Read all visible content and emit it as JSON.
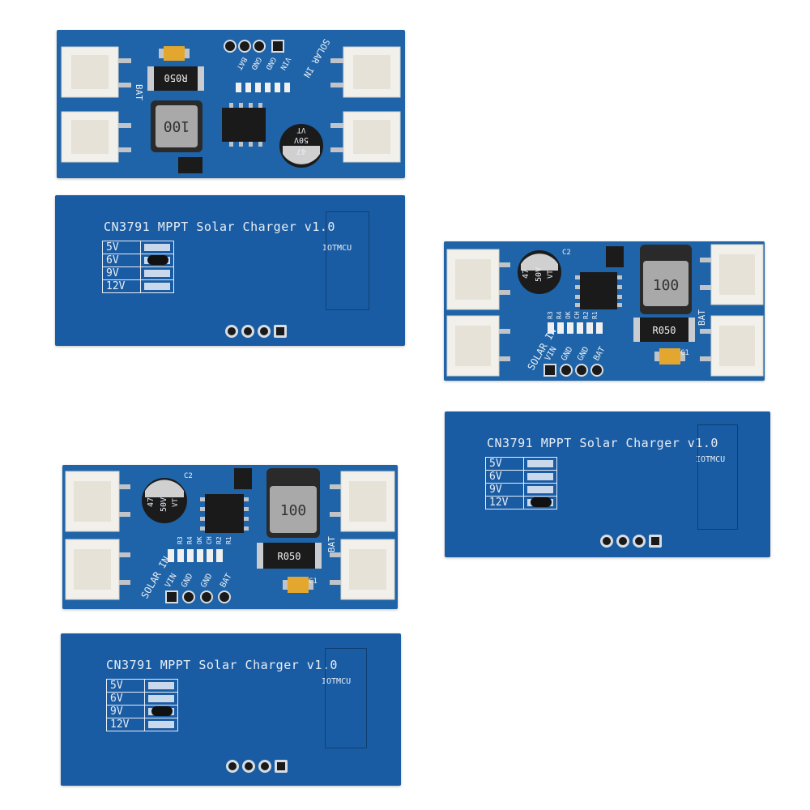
{
  "back_silkscreen": {
    "title": "CN3791 MPPT Solar Charger v1.0",
    "brand": "IOTMCU",
    "voltages": [
      "5V",
      "6V",
      "9V",
      "12V"
    ]
  },
  "boards_back": [
    {
      "id": "back-1",
      "selected_voltage": "6V"
    },
    {
      "id": "back-2",
      "selected_voltage": "12V"
    },
    {
      "id": "back-3",
      "selected_voltage": "9V"
    }
  ],
  "front_silkscreen": {
    "solar_label": "SOLAR IN",
    "bat_label": "BAT",
    "pins": [
      "VIN",
      "GND",
      "GND",
      "BAT"
    ],
    "inductor_mark": "100",
    "resistor_mark": "R050",
    "capacitor_mark_1": "47",
    "capacitor_mark_2": "50V",
    "capacitor_mark_3": "VT",
    "cap_ref_c1": "C1",
    "cap_ref_c2": "C2",
    "led_refs": [
      "R3",
      "R4",
      "OK",
      "CH",
      "R2",
      "R1"
    ],
    "plus": "+",
    "minus": "-"
  },
  "colors": {
    "pcb": "#1f64a8",
    "silkscreen": "#e8eef6",
    "connector": "#f2f0ea",
    "solder": "#111111"
  }
}
